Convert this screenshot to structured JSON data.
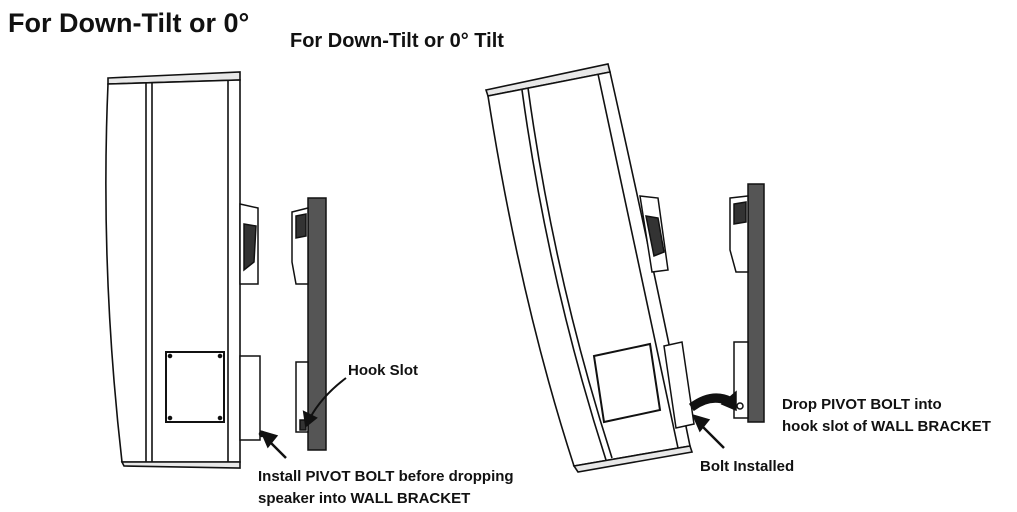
{
  "title": "For Down-Tilt or 0°",
  "subtitle": "For Down-Tilt or 0° Tilt",
  "labels": {
    "hook_slot": "Hook Slot",
    "install_line1": "Install PIVOT BOLT before dropping",
    "install_line2": "speaker into WALL BRACKET",
    "bolt_installed": "Bolt Installed",
    "drop_line1": "Drop PIVOT BOLT into",
    "drop_line2": "hook slot of WALL BRACKET"
  }
}
